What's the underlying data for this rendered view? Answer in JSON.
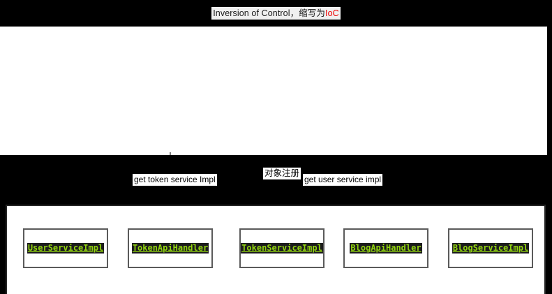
{
  "diagram": {
    "title": {
      "main": "Inversion of Control，缩写为",
      "accent": "IoC"
    },
    "edge_labels": [
      {
        "id": "get-token-service-impl",
        "text": "get token service Impl"
      },
      {
        "id": "object-register",
        "text": "对象注册"
      },
      {
        "id": "get-user-service-impl",
        "text": "get user service impl"
      }
    ],
    "nodes": [
      {
        "id": "user-service-impl",
        "label": "UserServiceImpl"
      },
      {
        "id": "token-api-handler",
        "label": "TokenApiHandler"
      },
      {
        "id": "token-service-impl",
        "label": "TokenServiceImpl"
      },
      {
        "id": "blog-api-handler",
        "label": "BlogApiHandler"
      },
      {
        "id": "blog-service-impl",
        "label": "BlogServiceImpl"
      }
    ],
    "colors": {
      "background": "#000000",
      "panel": "#ffffff",
      "node_label_text": "#92d50f",
      "node_label_background": "#1c1c1c",
      "node_border": "#5a5a5a",
      "container_border": "#262626",
      "connector": "#7d7d7d",
      "title_accent": "#ee0000",
      "title_text": "#1a1a1a"
    }
  }
}
